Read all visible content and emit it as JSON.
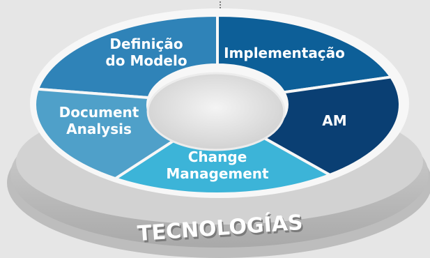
{
  "diagram": {
    "segments": [
      {
        "label_lines": [
          "Definição",
          "do Modelo"
        ],
        "color": "#2f83b8"
      },
      {
        "label_lines": [
          "Implementação"
        ],
        "color": "#0d5f98"
      },
      {
        "label_lines": [
          "AM"
        ],
        "color": "#0a3f73"
      },
      {
        "label_lines": [
          "Change",
          "Management"
        ],
        "color": "#3cb4d8"
      },
      {
        "label_lines": [
          "Document",
          "Analysis"
        ],
        "color": "#4fa0c9"
      }
    ],
    "base_label": "TECNOLOGÍAS",
    "colors": {
      "background": "#e6e6e6",
      "base": "#c6c6c6",
      "base_text_shadow": "#6e6e6e",
      "ring_white": "#f7f7f7"
    }
  }
}
